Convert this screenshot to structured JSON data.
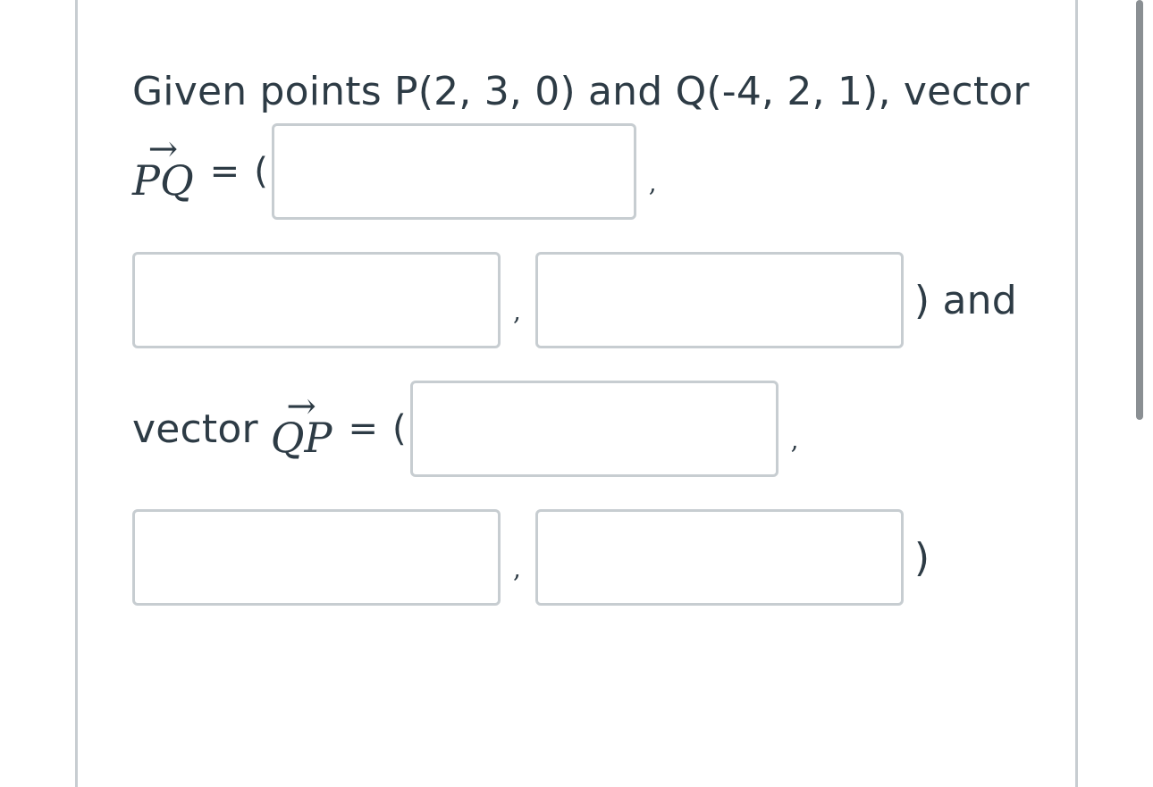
{
  "question": {
    "intro": "Given points P(2, 3, 0) and Q(-4, 2, 1), vector",
    "pq_label": "PQ",
    "qp_prefix": "vector",
    "qp_label": "QP",
    "arrow": "→",
    "equals": "=",
    "open_paren": "(",
    "close_paren": ")",
    "close_paren_and": ") and",
    "comma": ","
  },
  "fields": {
    "pq_x": "",
    "pq_y": "",
    "pq_z": "",
    "qp_x": "",
    "qp_y": "",
    "qp_z": ""
  }
}
